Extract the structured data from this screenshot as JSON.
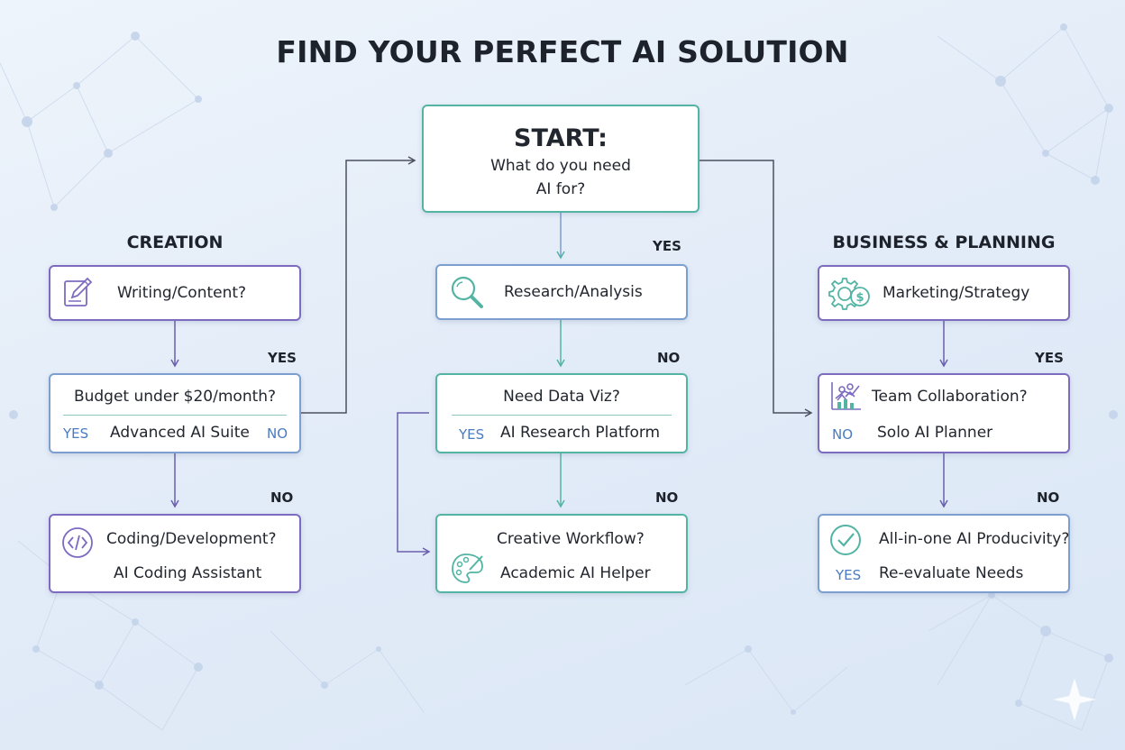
{
  "title": "FIND YOUR PERFECT AI SOLUTION",
  "sections": {
    "creation": "CREATION",
    "business": "BUSINESS & PLANNING"
  },
  "start": {
    "heading": "START:",
    "line1": "What do you need",
    "line2": "AI for?"
  },
  "left": {
    "writing": "Writing/Content?",
    "budget": "Budget under $20/month?",
    "budget_yes": "YES",
    "budget_result": "Advanced AI Suite",
    "budget_no": "NO",
    "coding": "Coding/Development?",
    "coding_result": "AI Coding Assistant"
  },
  "center": {
    "research": "Research/Analysis",
    "dataviz": "Need Data Viz?",
    "dataviz_yes": "YES",
    "dataviz_result": "AI Research Platform",
    "creative": "Creative Workflow?",
    "creative_result": "Academic AI Helper"
  },
  "right": {
    "marketing": "Marketing/Strategy",
    "team": "Team Collaboration?",
    "team_no": "NO",
    "team_result": "Solo AI Planner",
    "allinone": "All-in-one AI Producivity?",
    "allinone_yes": "YES",
    "allinone_result": "Re-evaluate Needs"
  },
  "edge_labels": {
    "left_yes": "YES",
    "left_no": "NO",
    "center_yes": "YES",
    "center_no1": "NO",
    "center_no2": "NO",
    "right_yes": "YES",
    "right_no": "NO"
  },
  "colors": {
    "purple": "#7d6bc0",
    "teal": "#54b4a4",
    "blue": "#7c9fd0",
    "connector": "#6a5fae"
  },
  "icons": {
    "writing": "pencil-note-icon",
    "coding": "code-brackets-icon",
    "research": "magnifier-icon",
    "creative": "palette-icon",
    "marketing": "gear-dollar-icon",
    "team": "team-chart-icon",
    "allinone": "check-circle-icon"
  }
}
